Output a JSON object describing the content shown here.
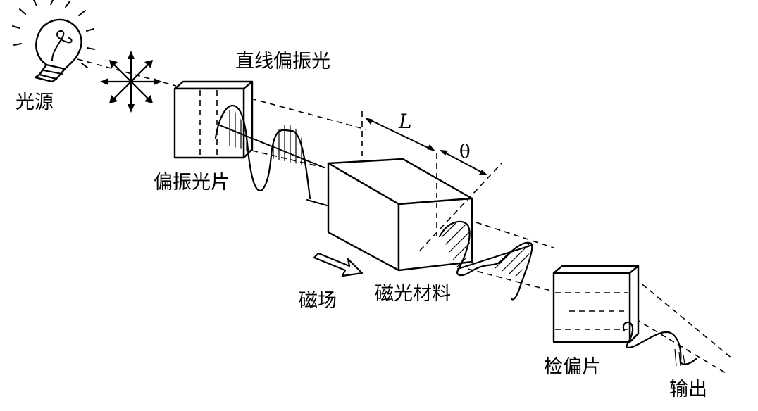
{
  "labels": {
    "light_source": "光源",
    "linearly_polarized_light": "直线偏振光",
    "polarizer": "偏振光片",
    "length_symbol": "L",
    "rotation_angle_symbol": "θ",
    "magnetic_field": "磁场",
    "magneto_optic_material": "磁光材料",
    "analyzer": "检偏片",
    "output": "输出"
  }
}
